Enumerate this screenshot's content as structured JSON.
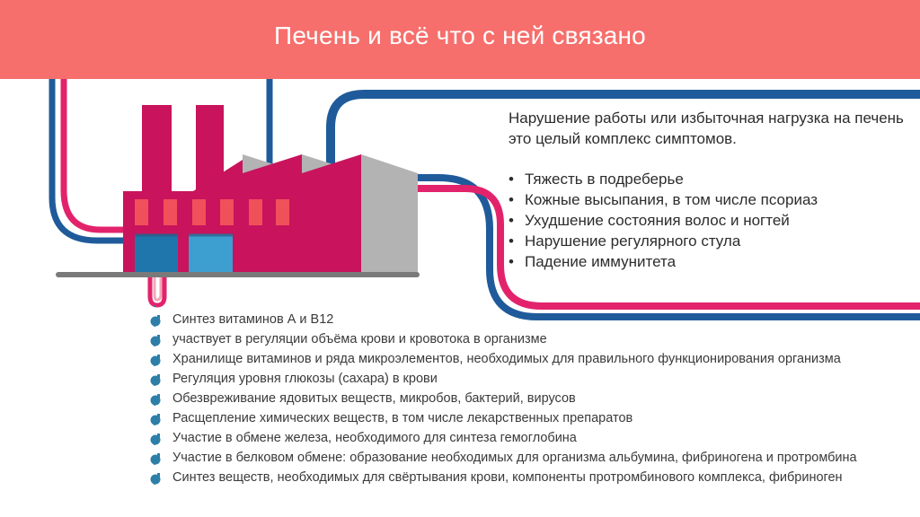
{
  "header": {
    "title": "Печень и всё что с ней связано",
    "background_color": "#f66f6c"
  },
  "intro": {
    "text": "Нарушение работы или избыточная нагрузка на печень это целый комплекс симптомов.",
    "symptoms": [
      "Тяжесть в подреберье",
      "Кожные высыпания, в том числе псориаз",
      "Ухудшение состояния волос и ногтей",
      "Нарушение регулярного стула",
      "Падение иммунитета"
    ]
  },
  "functions": [
    "Синтез витаминов А и В12",
    "участвует в регуляции объёма крови и кровотока в организме",
    "Хранилище витаминов и ряда микроэлементов, необходимых для правильного функционирования организма",
    "Регуляция уровня глюкозы (сахара) в крови",
    "Обезвреживание ядовитых веществ, микробов, бактерий, вирусов",
    "Расщепление химических веществ, в том числе лекарственных препаратов",
    "Участие в обмене железа, необходимого для синтеза гемоглобина",
    "Участие в белковом обмене: образование необходимых для организма альбумина, фибриногена и протромбина",
    "Синтез веществ, необходимых для свёртывания крови, компоненты протромбинового комплекса, фибриноген"
  ],
  "illustration": {
    "subject": "factory-with-pipes",
    "colors": {
      "factory": "#c9135d",
      "roof": "#b3b3b3",
      "windows": "#f0505a",
      "doors": "#2e86b4",
      "pipe_blue": "#1f5b9a",
      "pipe_pink": "#e2236c",
      "ground": "#7a7a7a"
    }
  }
}
